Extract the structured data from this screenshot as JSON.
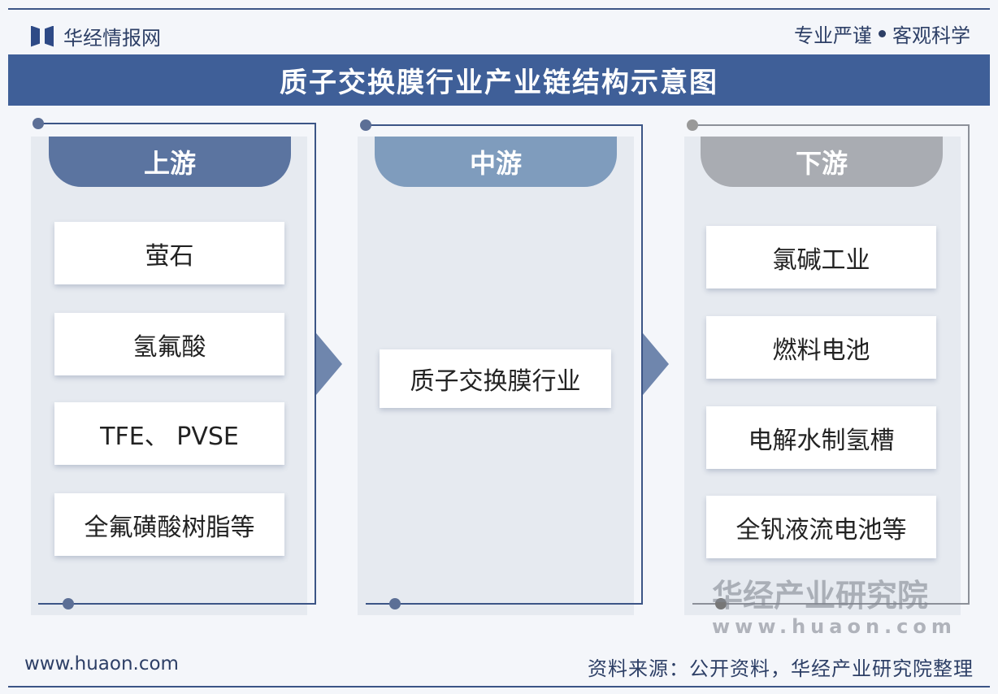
{
  "header": {
    "logo_text": "华经情报网",
    "slogan_left": "专业严谨",
    "slogan_right": "客观科学"
  },
  "title": "质子交换膜行业产业链结构示意图",
  "columns": [
    {
      "heading": "上游",
      "items": [
        "萤石",
        "氢氟酸",
        "TFE、 PVSE",
        "全氟磺酸树脂等"
      ],
      "color": "#5b74a0"
    },
    {
      "heading": "中游",
      "items": [
        "质子交换膜行业"
      ],
      "color": "#7f9cbd"
    },
    {
      "heading": "下游",
      "items": [
        "氯碱工业",
        "燃料电池",
        "电解水制氢槽",
        "全钒液流电池等"
      ],
      "color": "#a9acb2"
    }
  ],
  "watermark": {
    "name": "华经产业研究院",
    "url": "www.huaon.com"
  },
  "footer": {
    "website": "www.huaon.com",
    "source": "资料来源：公开资料，华经产业研究院整理"
  }
}
